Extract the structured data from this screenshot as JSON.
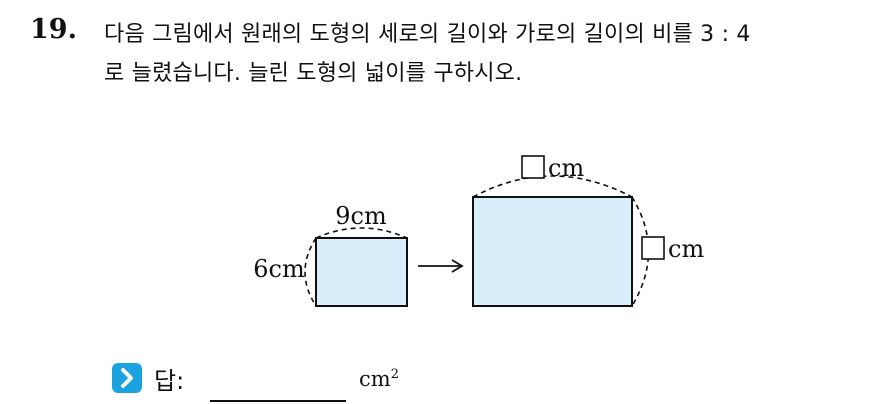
{
  "question": {
    "number": "19.",
    "line1": "다음 그림에서 원래의 도형의 세로의 길이와 가로의 길이의 비를 3 : 4",
    "line2": "로 늘렸습니다. 늘린 도형의 넓이를 구하시오."
  },
  "figure": {
    "original_width_label": "9cm",
    "original_height_label": "6cm",
    "enlarged_width_unit": "cm",
    "enlarged_height_unit": "cm",
    "fill_color": "#d8eefb",
    "stroke_color": "#111111"
  },
  "answer": {
    "label": "답:",
    "unit": "cm",
    "unit_exponent": "2",
    "icon": "chevron-right-icon",
    "icon_color": "#1aa3e0"
  }
}
